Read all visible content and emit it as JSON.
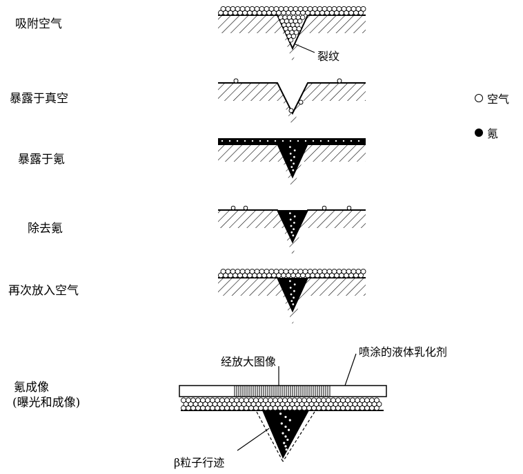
{
  "stages": [
    {
      "id": "adsorb-air",
      "label": "吸附空气"
    },
    {
      "id": "vacuum",
      "label": "暴露于真空"
    },
    {
      "id": "krypton",
      "label": "暴露于氪"
    },
    {
      "id": "remove",
      "label": "除去氪"
    },
    {
      "id": "readmit-air",
      "label": "再次放入空气"
    },
    {
      "id": "imaging",
      "label": "氪成像",
      "label2": "(曝光和成像)"
    }
  ],
  "callouts": {
    "crack": "裂纹",
    "magnified": "经放大图像",
    "emulsion": "喷涂的液体乳化剂",
    "beta": "β粒子行迹"
  },
  "legend": [
    {
      "symbol": "open-circle",
      "label": "空气"
    },
    {
      "symbol": "filled-circle",
      "label": "氪"
    }
  ]
}
